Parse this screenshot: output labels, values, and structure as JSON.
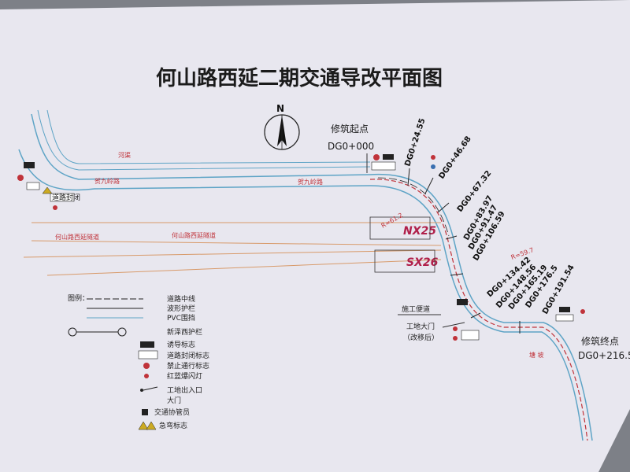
{
  "title": "何山路西延二期交通导改平面图",
  "north": "N",
  "start": {
    "label": "修筑起点",
    "chainage": "DG0+000"
  },
  "end": {
    "label": "修筑终点",
    "chainage": "DG0+216.5"
  },
  "stations": [
    "DG0+24.55",
    "DG0+46.68",
    "DG0+67.32",
    "DG0+83.97",
    "DG0+91.47",
    "DG0+106.59",
    "DG0+134.42",
    "DG0+148.56",
    "DG0+165.19",
    "DG0+176.5",
    "DG0+191.54"
  ],
  "roads": {
    "river": "河渠",
    "hejiuling_left": "贺九岭路",
    "hejiuling_right": "贺九岭路",
    "heshan_west_left": "何山路西延隧道",
    "heshan_west_mid": "何山路西延隧道"
  },
  "codes": {
    "nx25": "NX25",
    "sx26": "SX26",
    "r1": "R=61.2",
    "r2": "R=59.7"
  },
  "construction_access": "施工便道",
  "gate": {
    "label": "工地大门",
    "note": "（改移后）"
  },
  "side_road": "塘 坡",
  "sign_text": "道路封闭",
  "legend": {
    "header": "图例：",
    "items": [
      "道路中线",
      "波形护栏",
      "PVC围挡",
      "新泽西护栏",
      "诱导标志",
      "道路封闭标志",
      "禁止通行标志",
      "红蓝爆闪灯",
      "工地出入口",
      "大门",
      "交通协管员",
      "急弯标志"
    ]
  },
  "colors": {
    "paper": "#e7e6ef",
    "road_cyan": "#5ea4c6",
    "accent_red": "#c0333a",
    "orange_line": "#d89a6a",
    "magenta": "#b0204a"
  }
}
